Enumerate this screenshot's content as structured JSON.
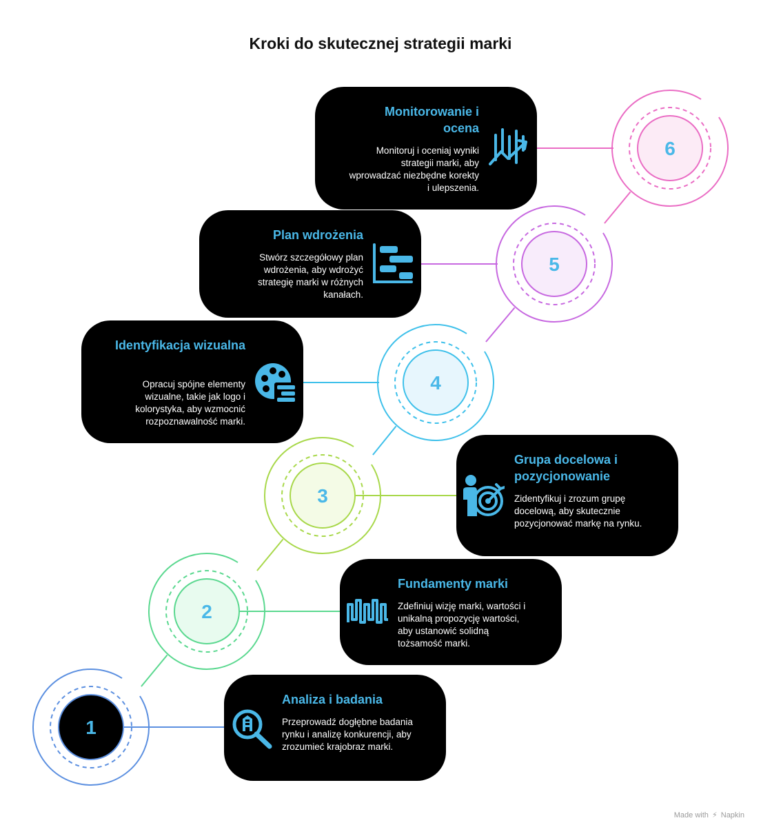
{
  "title": "Kroki do skutecznej strategii marki",
  "footer": {
    "made_with": "Made with",
    "brand": "Napkin"
  },
  "steps": [
    {
      "number": "1",
      "title": "Analiza i badania",
      "description": "Przeprowadź dogłębne badania rynku i analizę konkurencji, aby zrozumieć krajobraz marki.",
      "icon": "search-building-icon",
      "color": "#5b8fe0",
      "fill": "#000000",
      "number_color": "#4ab8e8"
    },
    {
      "number": "2",
      "title": "Fundamenty marki",
      "description": "Zdefiniuj wizję marki, wartości i unikalną propozycję wartości, aby ustanowić solidną tożsamość marki.",
      "icon": "waveform-icon",
      "color": "#5ad88f",
      "fill": "#e8fbef",
      "number_color": "#4ab8e8"
    },
    {
      "number": "3",
      "title": "Grupa docelowa i pozycjonowanie",
      "description": "Zidentyfikuj i zrozum grupę docelową, aby skutecznie pozycjonować markę na rynku.",
      "icon": "target-person-icon",
      "color": "#a8d84a",
      "fill": "#f4fbe6",
      "number_color": "#4ab8e8"
    },
    {
      "number": "4",
      "title": "Identyfikacja wizualna",
      "description": "Opracuj spójne elementy wizualne, takie jak logo i kolorystyka, aby wzmocnić rozpoznawalność marki.",
      "icon": "palette-icon",
      "color": "#3ec0ea",
      "fill": "#e7f6fd",
      "number_color": "#4ab8e8"
    },
    {
      "number": "5",
      "title": "Plan wdrożenia",
      "description": "Stwórz szczegółowy plan wdrożenia, aby wdrożyć strategię marki w różnych kanałach.",
      "icon": "gantt-chart-icon",
      "color": "#c768e0",
      "fill": "#f8ecfb",
      "number_color": "#4ab8e8"
    },
    {
      "number": "6",
      "title": "Monitorowanie i ocena",
      "description": "Monitoruj i oceniaj wyniki strategii marki, aby wprowadzać niezbędne korekty i ulepszenia.",
      "icon": "trend-chart-icon",
      "color": "#ea6cc4",
      "fill": "#fcebf6",
      "number_color": "#4ab8e8"
    }
  ]
}
